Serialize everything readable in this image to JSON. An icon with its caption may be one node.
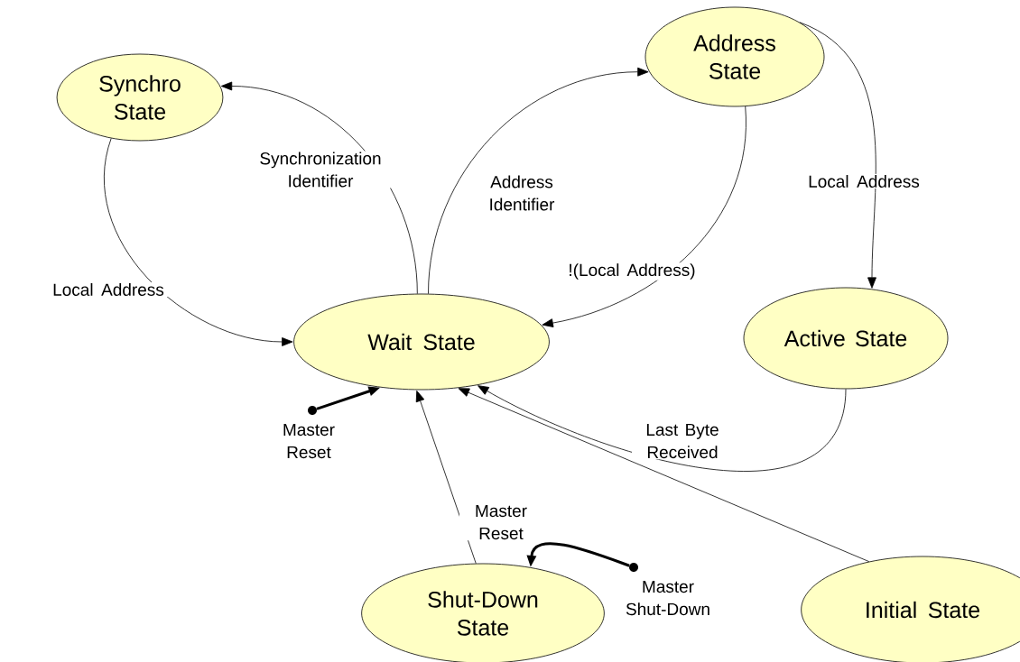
{
  "diagram": {
    "nodes": [
      {
        "text": [
          "Synchro State"
        ]
      },
      {
        "text": [
          "Address State"
        ]
      },
      {
        "text": [
          "Wait State"
        ]
      },
      {
        "text": [
          "Active State"
        ]
      },
      {
        "text": [
          "Shut-Down State"
        ]
      },
      {
        "text": [
          "Initial State"
        ]
      },
      {
        "text": [],
        "shape": "circle",
        "beside": [
          "Master Reset"
        ]
      },
      {
        "text": [],
        "shape": "circle",
        "beside": [
          "Master Shut-Down"
        ]
      }
    ],
    "edges": [
      {
        "from": 2,
        "to": 0,
        "arrow": "to",
        "label": "Synchronization Identifier"
      },
      {
        "from": 2,
        "to": 1,
        "arrow": "to",
        "label": "Address Identifier"
      },
      {
        "from": 0,
        "to": 2,
        "arrow": "to",
        "label": "Local Address"
      },
      {
        "from": 1,
        "to": 2,
        "arrow": "to",
        "label": "!(Local Address)"
      },
      {
        "from": 1,
        "to": 3,
        "arrow": "to",
        "label": "Local Address"
      },
      {
        "from": 3,
        "to": 2,
        "arrow": "to",
        "label": "Last Byte Received"
      },
      {
        "from": 4,
        "to": 2,
        "arrow": "to",
        "label": "Master Reset"
      },
      {
        "from": 5,
        "to": 2,
        "arrow": "to"
      },
      {
        "from": 6,
        "to": 2,
        "arrow": "to",
        "style": "thick"
      },
      {
        "from": 7,
        "to": 4,
        "arrow": "to",
        "style": "thick"
      }
    ]
  }
}
